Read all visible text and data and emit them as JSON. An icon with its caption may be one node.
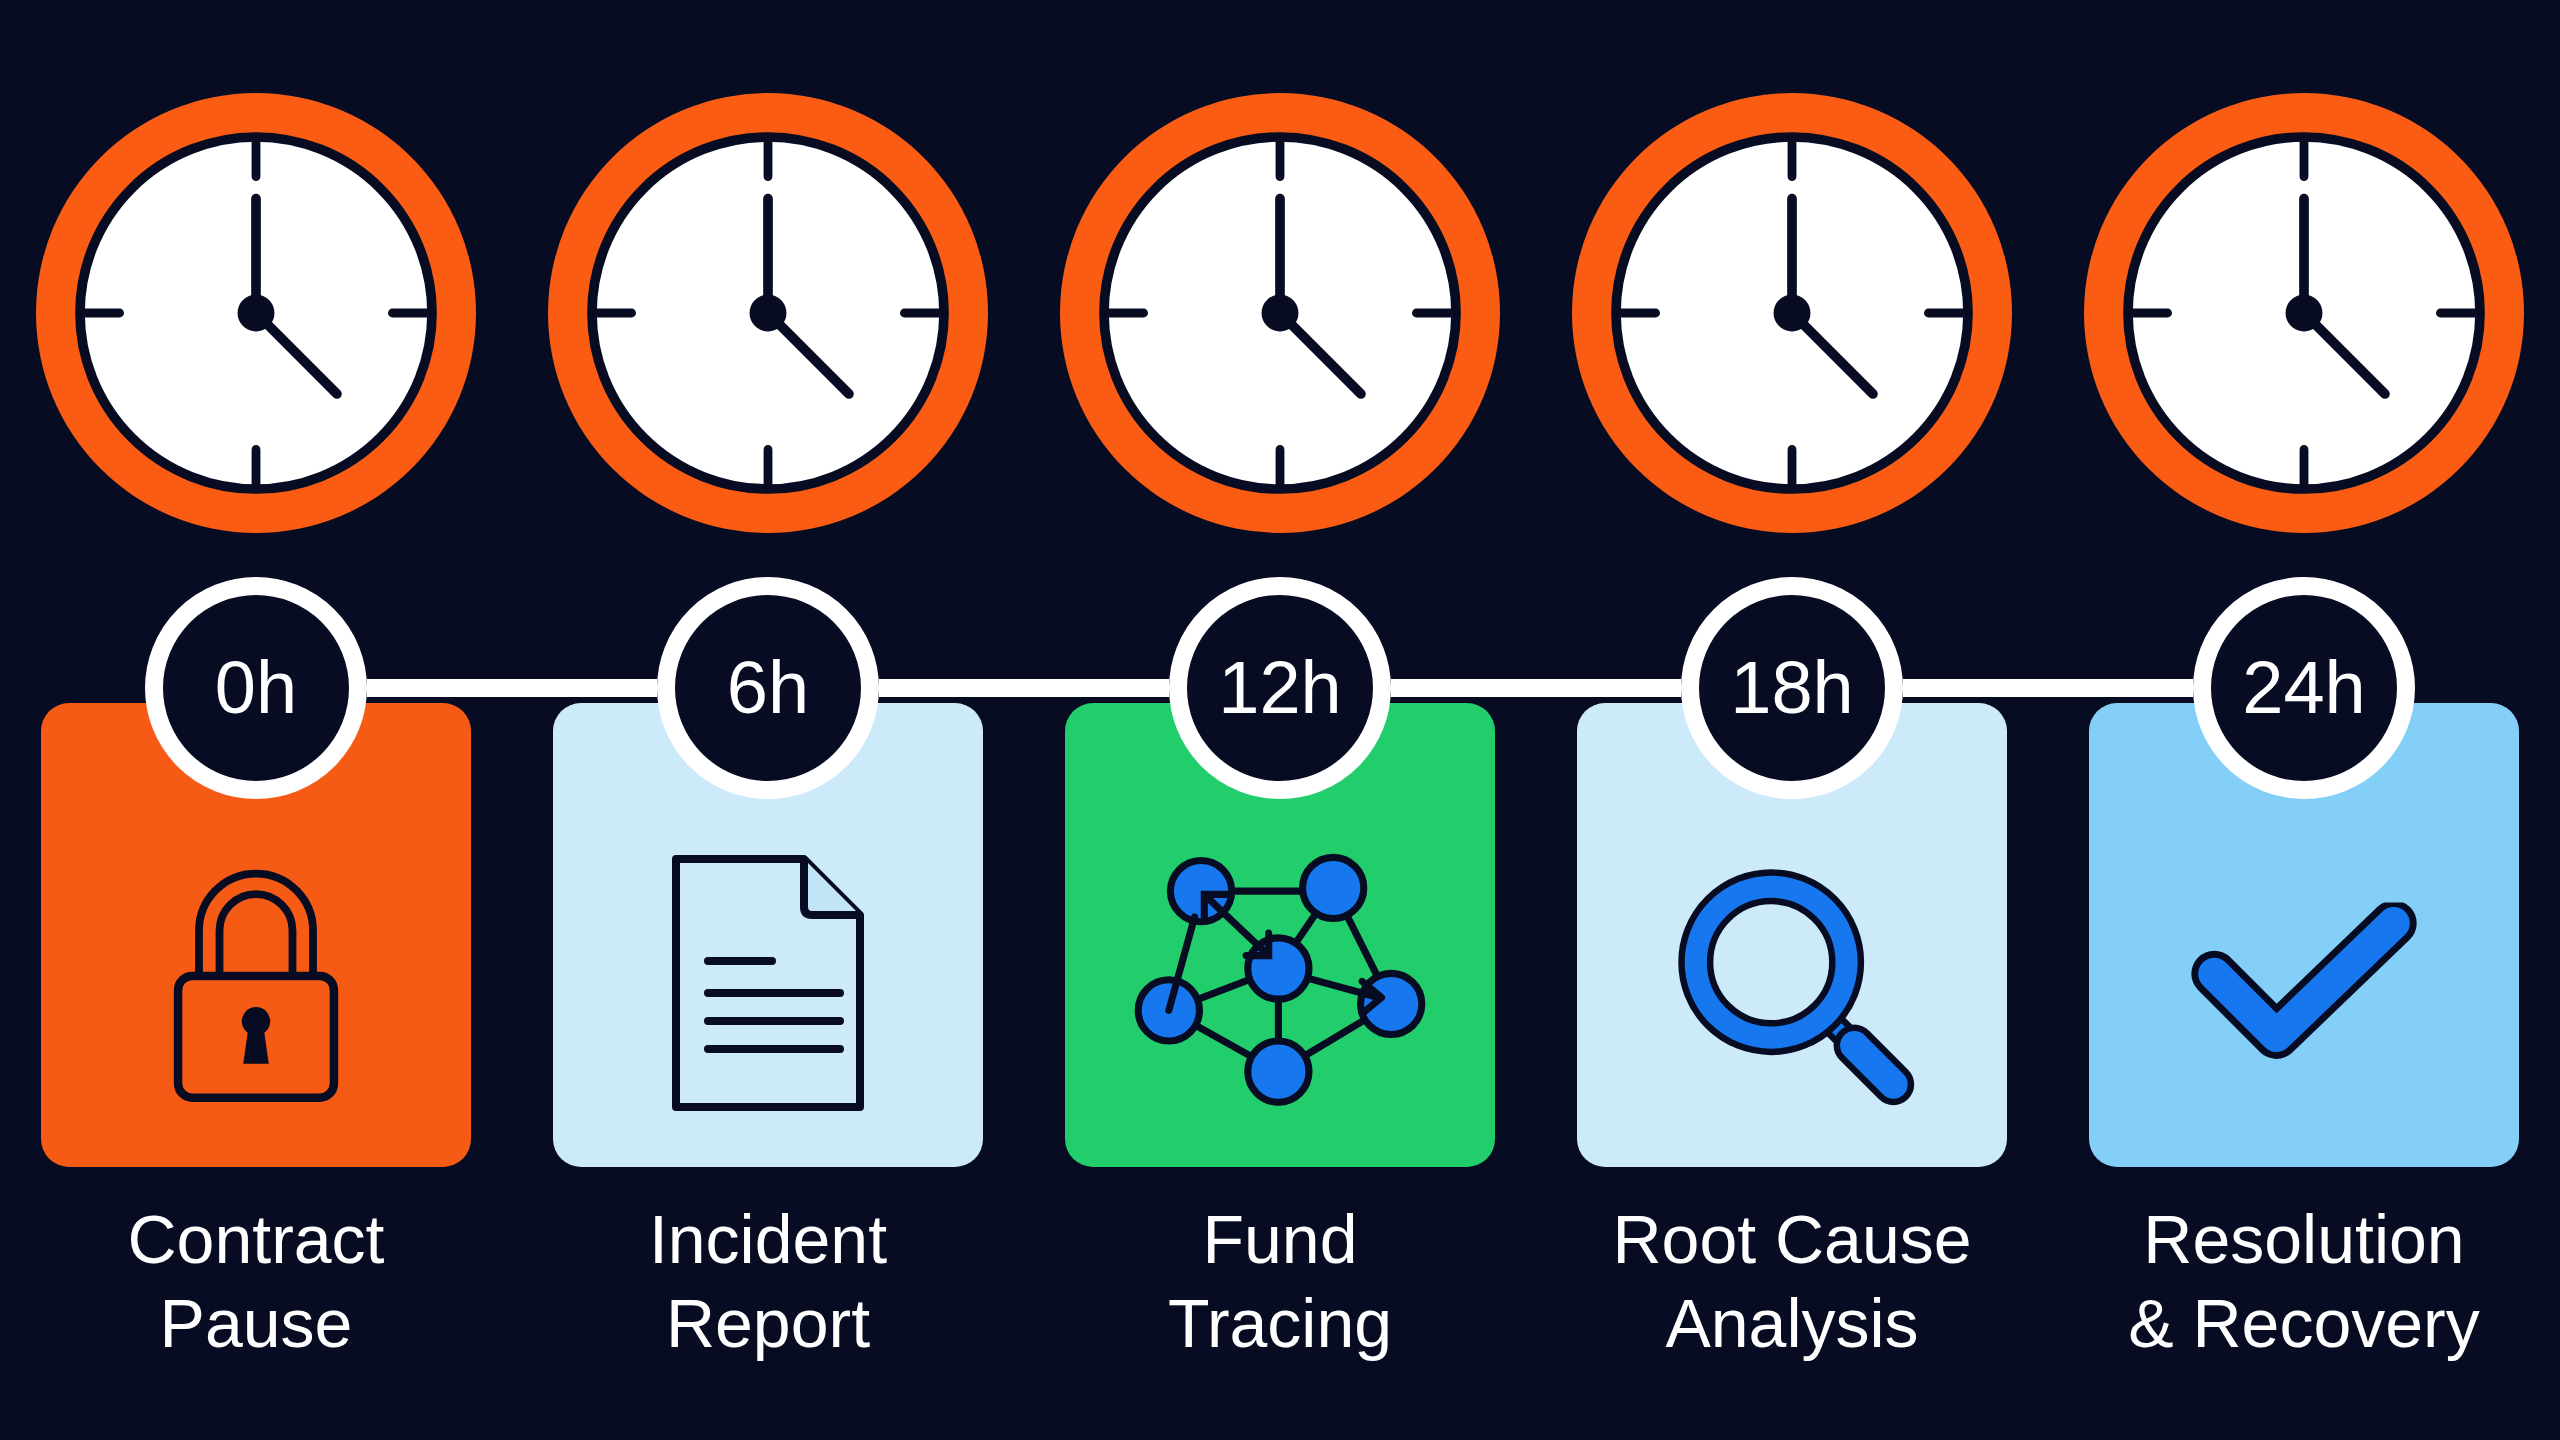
{
  "diagram": {
    "nodes": [
      {
        "text": [
          "0h"
        ]
      },
      {
        "text": [
          "Contract Pause"
        ]
      },
      {
        "text": [
          "6h"
        ]
      },
      {
        "text": [
          "Incident Report"
        ]
      },
      {
        "text": [
          "12h"
        ]
      },
      {
        "text": [
          "Fund Tracing"
        ]
      },
      {
        "text": [
          "18h"
        ]
      },
      {
        "text": [
          "Root Cause Analysis"
        ]
      },
      {
        "text": [
          "24h"
        ]
      },
      {
        "text": [
          "Resolution & Recovery"
        ]
      }
    ],
    "edges": [
      {
        "from": 0,
        "to": 2,
        "arrow": "none"
      },
      {
        "from": 2,
        "to": 4,
        "arrow": "none"
      },
      {
        "from": 4,
        "to": 6,
        "arrow": "none"
      },
      {
        "from": 6,
        "to": 8,
        "arrow": "none"
      }
    ]
  }
}
